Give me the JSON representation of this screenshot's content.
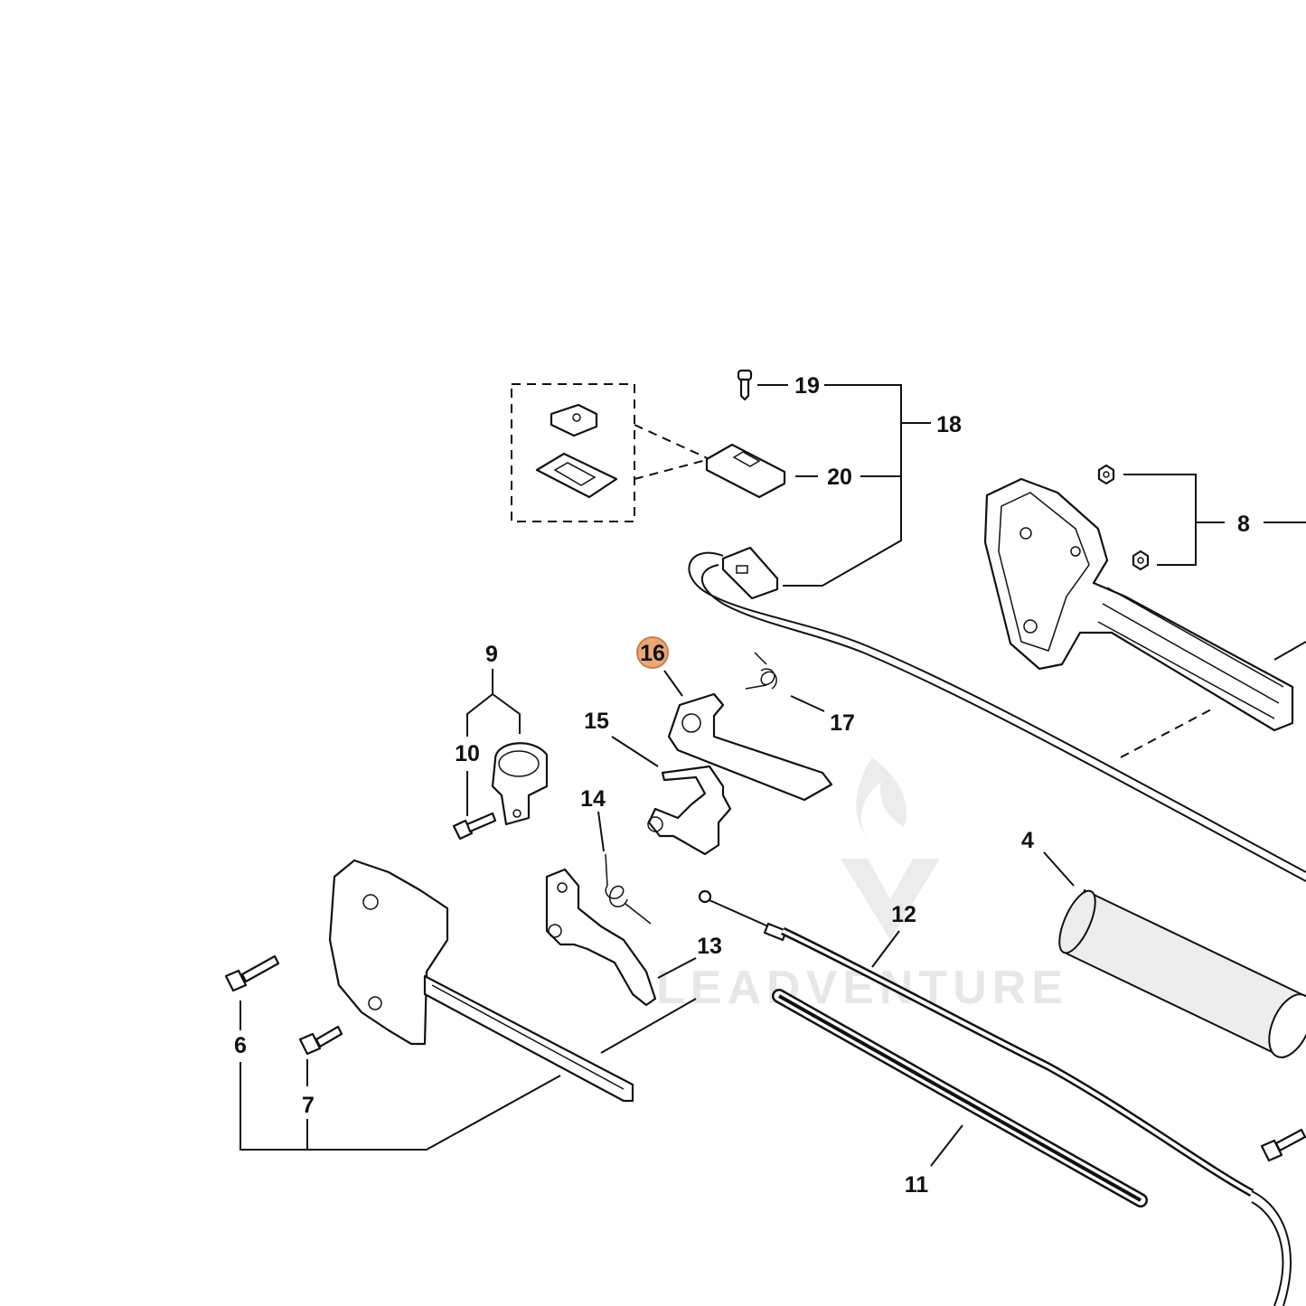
{
  "watermark": {
    "text": "LEADVENTURE"
  },
  "highlight_color": "#e8a877",
  "callouts": [
    {
      "id": "4",
      "label": "4"
    },
    {
      "id": "6",
      "label": "6"
    },
    {
      "id": "7",
      "label": "7"
    },
    {
      "id": "8",
      "label": "8"
    },
    {
      "id": "9",
      "label": "9"
    },
    {
      "id": "10",
      "label": "10"
    },
    {
      "id": "11",
      "label": "11"
    },
    {
      "id": "12",
      "label": "12"
    },
    {
      "id": "13",
      "label": "13"
    },
    {
      "id": "14",
      "label": "14"
    },
    {
      "id": "15",
      "label": "15"
    },
    {
      "id": "16",
      "label": "16",
      "highlighted": true
    },
    {
      "id": "17",
      "label": "17"
    },
    {
      "id": "18",
      "label": "18"
    },
    {
      "id": "19",
      "label": "19"
    },
    {
      "id": "20",
      "label": "20"
    }
  ]
}
